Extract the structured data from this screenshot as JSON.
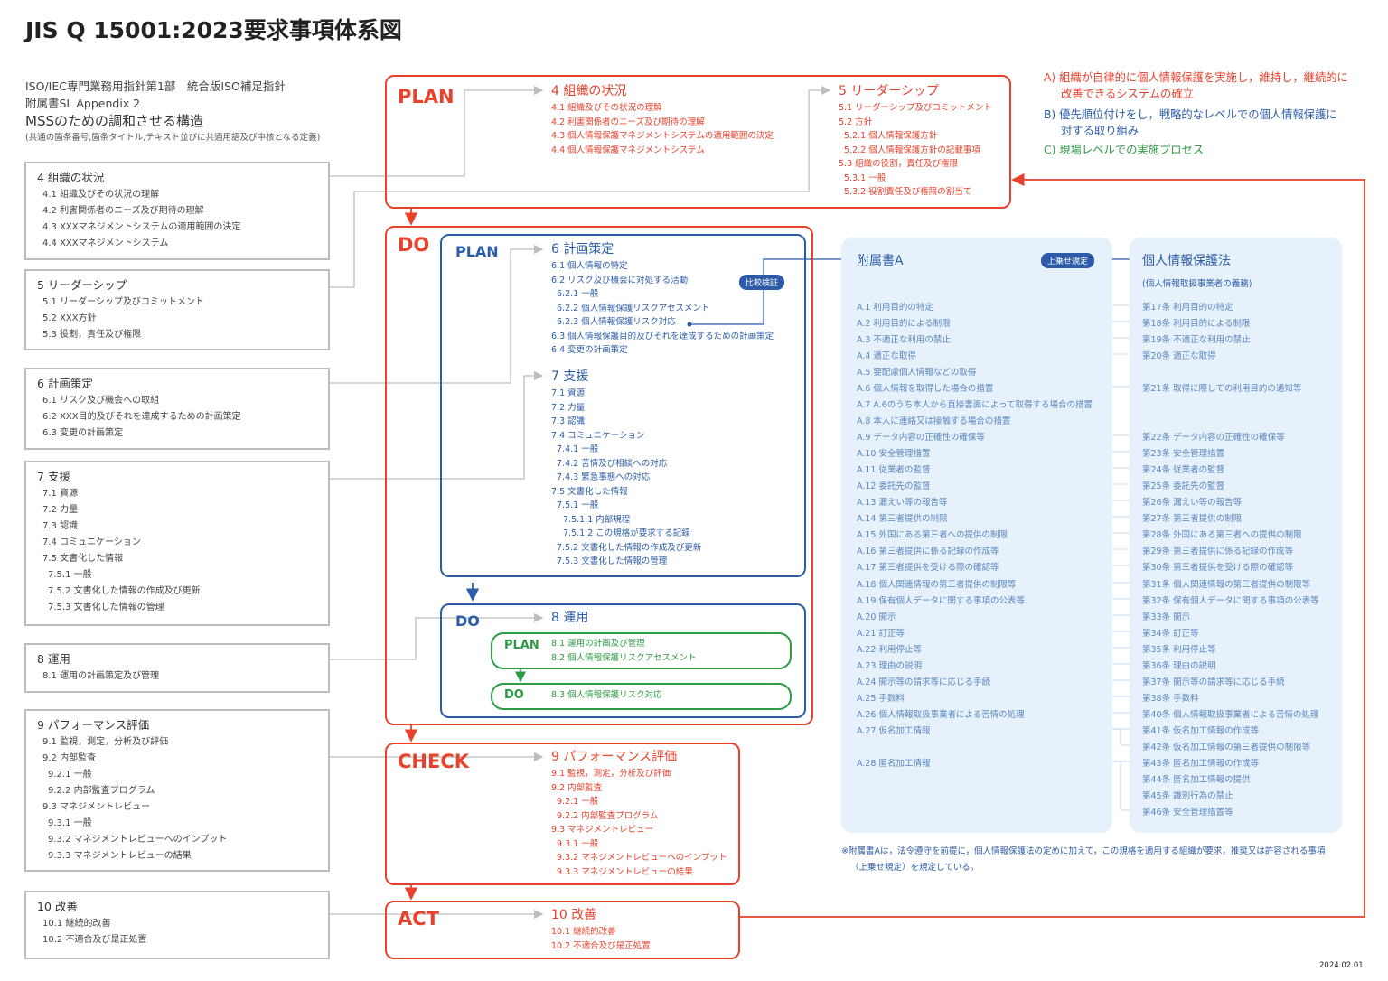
{
  "title": "JIS Q 15001:2023要求事項体系図",
  "iso": {
    "line1": "ISO/IEC専門業務用指針第1部　統合版ISO補足指針",
    "line2": "附属書SL  Appendix 2",
    "line3": "MSSのための調和させる構造",
    "line4": "(共通の箇条番号,箇条タイトル,テキスト並びに共通用語及び中核となる定義)"
  },
  "left_boxes": [
    {
      "head": "4 組織の状況",
      "items": [
        [
          "4.1 組織及びその状況の理解",
          1
        ],
        [
          "4.2 利害関係者のニーズ及び期待の理解",
          1
        ],
        [
          "4.3 XXXマネジメントシステムの適用範囲の決定",
          1
        ],
        [
          "4.4 XXXマネジメントシステム",
          1
        ]
      ]
    },
    {
      "head": "5 リーダーシップ",
      "items": [
        [
          "5.1 リーダーシップ及びコミットメント",
          1
        ],
        [
          "5.2 XXX方針",
          1
        ],
        [
          "5.3 役割，責任及び権限",
          1
        ]
      ]
    },
    {
      "head": "6 計画策定",
      "items": [
        [
          "6.1 リスク及び機会への取組",
          1
        ],
        [
          "6.2 XXX目的及びそれを達成するための計画策定",
          1
        ],
        [
          "6.3 変更の計画策定",
          1
        ]
      ]
    },
    {
      "head": "7 支援",
      "items": [
        [
          "7.1 資源",
          1
        ],
        [
          "7.2 力量",
          1
        ],
        [
          "7.3 認識",
          1
        ],
        [
          "7.4 コミュニケーション",
          1
        ],
        [
          "7.5 文書化した情報",
          1
        ],
        [
          "7.5.1 一般",
          2
        ],
        [
          "7.5.2 文書化した情報の作成及び更新",
          2
        ],
        [
          "7.5.3 文書化した情報の管理",
          2
        ]
      ]
    },
    {
      "head": "8 運用",
      "items": [
        [
          "8.1 運用の計画策定及び管理",
          1
        ]
      ]
    },
    {
      "head": "9 パフォーマンス評価",
      "items": [
        [
          "9.1 監視，測定，分析及び評価",
          1
        ],
        [
          "9.2 内部監査",
          1
        ],
        [
          "9.2.1 一般",
          2
        ],
        [
          "9.2.2 内部監査プログラム",
          2
        ],
        [
          "9.3 マネジメントレビュー",
          1
        ],
        [
          "9.3.1 一般",
          2
        ],
        [
          "9.3.2 マネジメントレビューへのインプット",
          2
        ],
        [
          "9.3.3 マネジメントレビューの結果",
          2
        ]
      ]
    },
    {
      "head": "10 改善",
      "items": [
        [
          "10.1 継続的改善",
          1
        ],
        [
          "10.2 不適合及び是正処置",
          1
        ]
      ]
    }
  ],
  "labels": {
    "plan": "PLAN",
    "do": "DO",
    "check": "CHECK",
    "act": "ACT",
    "inner_plan": "PLAN",
    "inner_do": "DO",
    "op_plan": "PLAN",
    "op_do": "DO"
  },
  "sections": {
    "s4": {
      "head": "4 組織の状況",
      "items": [
        [
          "4.1 組織及びその状況の理解",
          1
        ],
        [
          "4.2 利害関係者のニーズ及び期待の理解",
          1
        ],
        [
          "4.3 個人情報保護マネジメントシステムの適用範囲の決定",
          1
        ],
        [
          "4.4 個人情報保護マネジメントシステム",
          1
        ]
      ]
    },
    "s5": {
      "head": "5 リーダーシップ",
      "items": [
        [
          "5.1 リーダーシップ及びコミットメント",
          1
        ],
        [
          "5.2 方針",
          1
        ],
        [
          "5.2.1 個人情報保護方針",
          2
        ],
        [
          "5.2.2 個人情報保護方針の記載事項",
          2
        ],
        [
          "5.3 組織の役割，責任及び権限",
          1
        ],
        [
          "5.3.1 一般",
          2
        ],
        [
          "5.3.2 役割責任及び権限の割当て",
          2
        ]
      ]
    },
    "s6": {
      "head": "6 計画策定",
      "items": [
        [
          "6.1 個人情報の特定",
          1
        ],
        [
          "6.2 リスク及び機会に対処する活動",
          1
        ],
        [
          "6.2.1 一般",
          2
        ],
        [
          "6.2.2 個人情報保護リスクアセスメント",
          2
        ],
        [
          "6.2.3 個人情報保護リスク対応",
          2
        ],
        [
          "6.3 個人情報保護目的及びそれを達成するための計画策定",
          1
        ],
        [
          "6.4 変更の計画策定",
          1
        ]
      ]
    },
    "s7": {
      "head": "7 支援",
      "items": [
        [
          "7.1 資源",
          1
        ],
        [
          "7.2 力量",
          1
        ],
        [
          "7.3 認識",
          1
        ],
        [
          "7.4 コミュニケーション",
          1
        ],
        [
          "7.4.1 一般",
          2
        ],
        [
          "7.4.2 苦情及び相談への対応",
          2
        ],
        [
          "7.4.3 緊急事態への対応",
          2
        ],
        [
          "7.5 文書化した情報",
          1
        ],
        [
          "7.5.1 一般",
          2
        ],
        [
          "7.5.1.1 内部規程",
          3
        ],
        [
          "7.5.1.2 この規格が要求する記録",
          3
        ],
        [
          "7.5.2 文書化した情報の作成及び更新",
          2
        ],
        [
          "7.5.3 文書化した情報の管理",
          2
        ]
      ]
    },
    "s8": {
      "head": "8 運用"
    },
    "op_plan_items": [
      "8.1 運用の計画及び管理",
      "8.2 個人情報保護リスクアセスメント"
    ],
    "op_do_items": [
      "8.3 個人情報保護リスク対応"
    ],
    "s9": {
      "head": "9 パフォーマンス評価",
      "items": [
        [
          "9.1 監視，測定，分析及び評価",
          1
        ],
        [
          "9.2 内部監査",
          1
        ],
        [
          "9.2.1 一般",
          2
        ],
        [
          "9.2.2 内部監査プログラム",
          2
        ],
        [
          "9.3 マネジメントレビュー",
          1
        ],
        [
          "9.3.1 一般",
          2
        ],
        [
          "9.3.2 マネジメントレビューへのインプット",
          2
        ],
        [
          "9.3.3 マネジメントレビューの結果",
          2
        ]
      ]
    },
    "s10": {
      "head": "10 改善",
      "items": [
        [
          "10.1 継続的改善",
          1
        ],
        [
          "10.2 不適合及び是正処置",
          1
        ]
      ]
    }
  },
  "notes": {
    "a1": "A)  組織が自律的に個人情報保護を実施し，維持し，継続的に",
    "a2": "改善できるシステムの確立",
    "b1": "B)  優先順位付けをし，戦略的なレベルでの個人情報保護に",
    "b2": "対する取り組み",
    "c1": "C)  現場レベルでの実施プロセス"
  },
  "hikaku": "比較検証",
  "uwanose": "上乗せ規定",
  "annex_a": {
    "title": "附属書A",
    "items": [
      "A.1 利用目的の特定",
      "A.2 利用目的による制限",
      "A.3 不適正な利用の禁止",
      "A.4 適正な取得",
      "A.5 要配慮個人情報などの取得",
      "A.6 個人情報を取得した場合の措置",
      "A.7 A.6のうち本人から直接書面によって取得する場合の措置",
      "A.8 本人に連絡又は接触する場合の措置",
      "A.9 データ内容の正確性の確保等",
      "A.10 安全管理措置",
      "A.11 従業者の監督",
      "A.12 委託先の監督",
      "A.13 漏えい等の報告等",
      "A.14 第三者提供の制限",
      "A.15 外国にある第三者への提供の制限",
      "A.16 第三者提供に係る記録の作成等",
      "A.17 第三者提供を受ける際の確認等",
      "A.18 個人関連情報の第三者提供の制限等",
      "A.19 保有個人データに関する事項の公表等",
      "A.20 開示",
      "A.21 訂正等",
      "A.22 利用停止等",
      "A.23 理由の説明",
      "A.24 開示等の請求等に応じる手続",
      "A.25 手数料",
      "A.26 個人情報取扱事業者による苦情の処理",
      "A.27 仮名加工情報",
      "A.28 匿名加工情報"
    ]
  },
  "law": {
    "title": "個人情報保護法",
    "subtitle": "(個人情報取扱事業者の義務)",
    "items": [
      "第17条 利用目的の特定",
      "第18条 利用目的による制限",
      "第19条 不適正な利用の禁止",
      "第20条 適正な取得",
      "第21条 取得に際しての利用目的の通知等",
      "第22条 データ内容の正確性の確保等",
      "第23条 安全管理措置",
      "第24条 従業者の監督",
      "第25条 委託先の監督",
      "第26条 漏えい等の報告等",
      "第27条 第三者提供の制限",
      "第28条 外国にある第三者への提供の制限",
      "第29条 第三者提供に係る記録の作成等",
      "第30条 第三者提供を受ける際の確認等",
      "第31条 個人関連情報の第三者提供の制限等",
      "第32条 保有個人データに関する事項の公表等",
      "第33条 開示",
      "第34条 訂正等",
      "第35条 利用停止等",
      "第36条 理由の説明",
      "第37条 開示等の請求等に応じる手続",
      "第38条 手数料",
      "第40条 個人情報取扱事業者による苦情の処理",
      "第41条 仮名加工情報の作成等",
      "第42条 仮名加工情報の第三者提供の制限等",
      "第43条 匿名加工情報の作成等",
      "第44条 匿名加工情報の提供",
      "第45条 識別行為の禁止",
      "第46条 安全管理措置等"
    ]
  },
  "footnote": {
    "line1": "※附属書Aは，法令遵守を前提に，個人情報保護法の定めに加えて，この規格を適用する組織が要求，推奨又は許容される事項",
    "line2": "（上乗せ規定）を規定している。"
  },
  "date": "2024.02.01",
  "colors": {
    "red": "#e8412c",
    "blue": "#2c5ca8",
    "green": "#2e9b45",
    "gray": "#bdbdbd",
    "panel": "#e7f1fb"
  }
}
